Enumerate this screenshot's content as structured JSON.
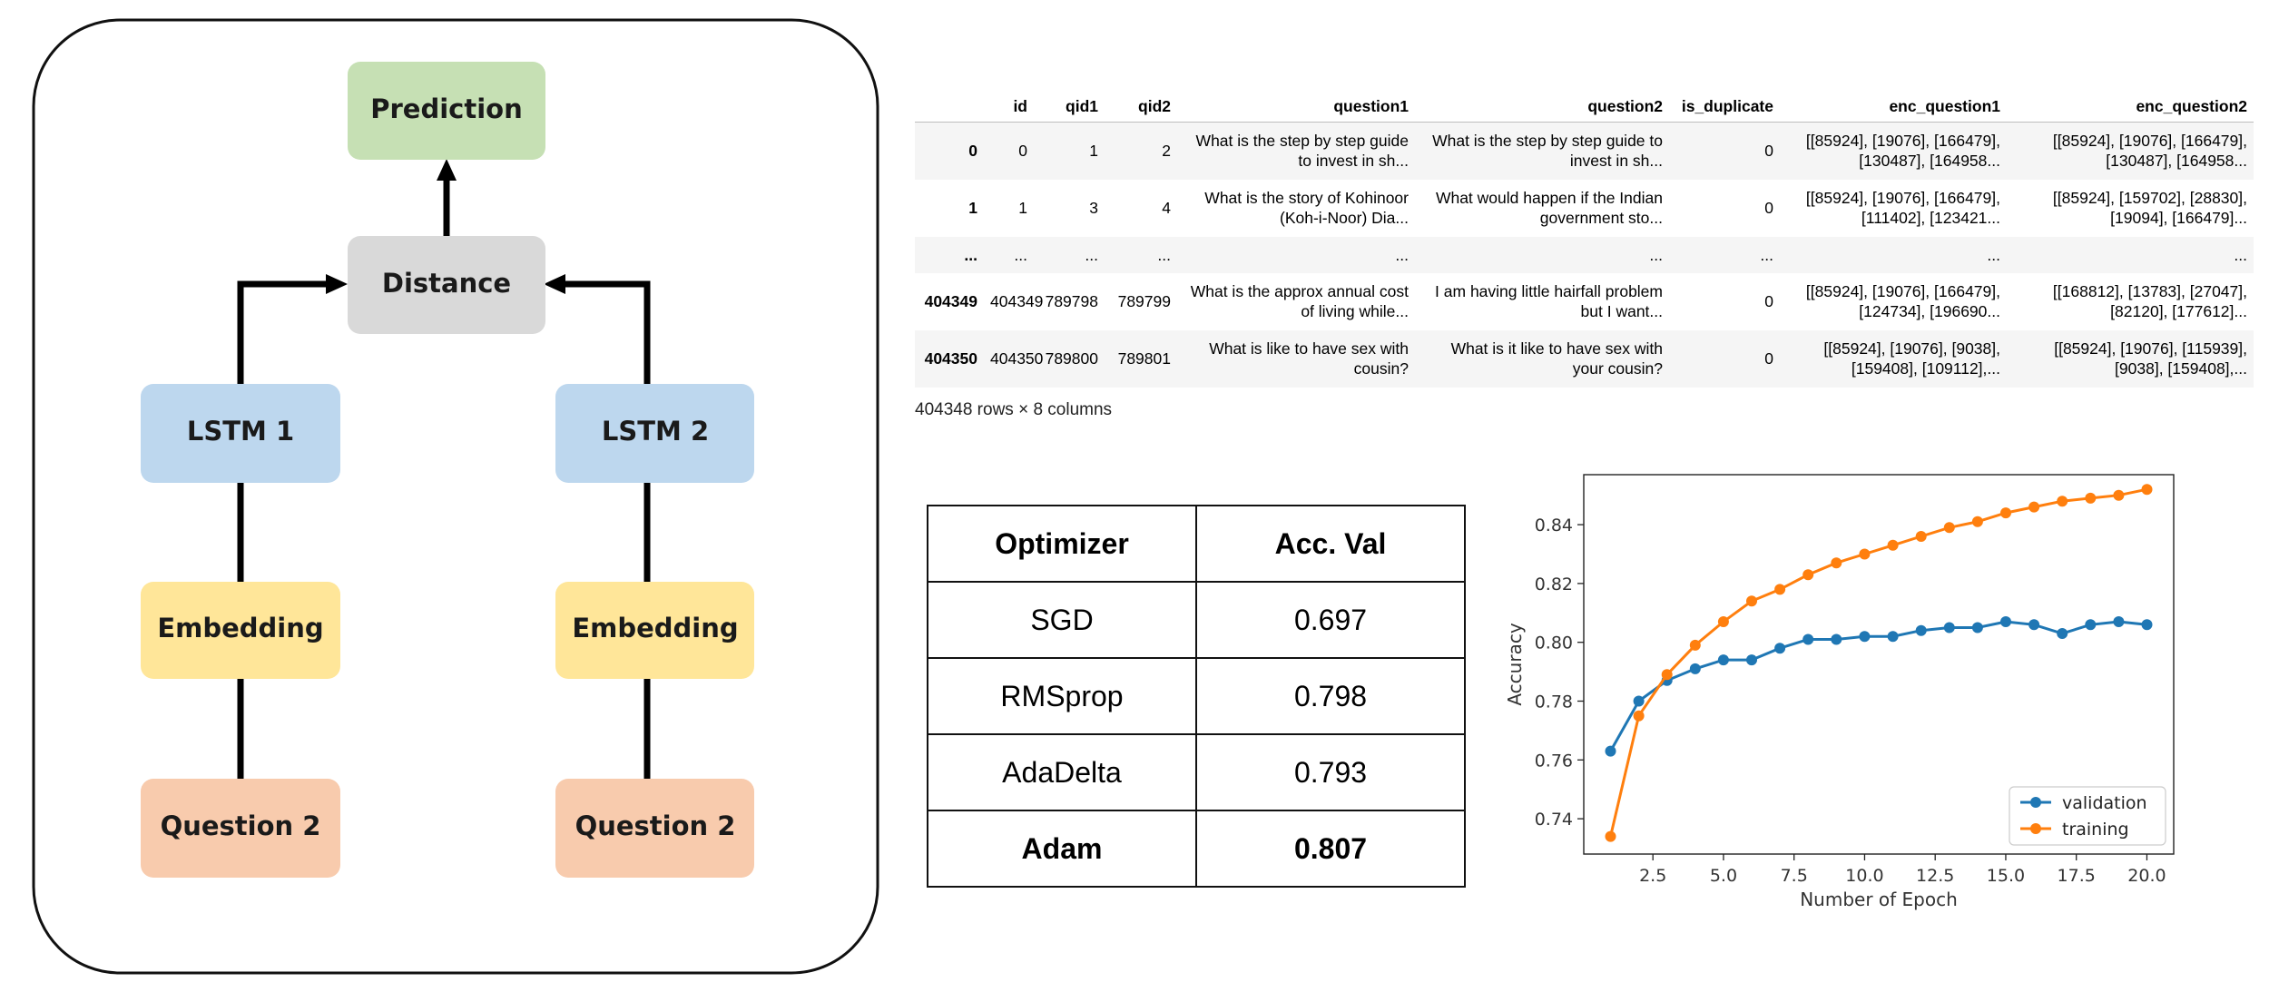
{
  "diagram": {
    "nodes": {
      "prediction": "Prediction",
      "distance": "Distance",
      "lstm1": "LSTM 1",
      "lstm2": "LSTM 2",
      "embedding_left": "Embedding",
      "embedding_right": "Embedding",
      "question_left": "Question 2",
      "question_right": "Question 2"
    },
    "colors": {
      "prediction": "#c6e0b4",
      "distance": "#d9d9d9",
      "lstm": "#bdd7ee",
      "embedding": "#ffe699",
      "question": "#f8cbad"
    }
  },
  "dataframe": {
    "columns": [
      "",
      "id",
      "qid1",
      "qid2",
      "question1",
      "question2",
      "is_duplicate",
      "enc_question1",
      "enc_question2"
    ],
    "rows": [
      {
        "index": "0",
        "cells": [
          "0",
          "1",
          "2",
          "What is the step by step guide to invest in sh...",
          "What is the step by step guide to invest in sh...",
          "0",
          "[[85924], [19076], [166479], [130487], [164958...",
          "[[85924], [19076], [166479], [130487], [164958..."
        ]
      },
      {
        "index": "1",
        "cells": [
          "1",
          "3",
          "4",
          "What is the story of Kohinoor (Koh-i-Noor) Dia...",
          "What would happen if the Indian government sto...",
          "0",
          "[[85924], [19076], [166479], [111402], [123421...",
          "[[85924], [159702], [28830], [19094], [166479]..."
        ]
      },
      {
        "index": "...",
        "cells": [
          "...",
          "...",
          "...",
          "...",
          "...",
          "...",
          "...",
          "..."
        ]
      },
      {
        "index": "404349",
        "cells": [
          "404349",
          "789798",
          "789799",
          "What is the approx annual cost of living while...",
          "I am having little hairfall problem but I want...",
          "0",
          "[[85924], [19076], [166479], [124734], [196690...",
          "[[168812], [13783], [27047], [82120], [177612]..."
        ]
      },
      {
        "index": "404350",
        "cells": [
          "404350",
          "789800",
          "789801",
          "What is like to have sex with cousin?",
          "What is it like to have sex with your cousin?",
          "0",
          "[[85924], [19076], [9038], [159408], [109112],...",
          "[[85924], [19076], [115939], [9038], [159408],..."
        ]
      }
    ],
    "shape_text": "404348 rows × 8 columns"
  },
  "optimizer_table": {
    "headers": [
      "Optimizer",
      "Acc. Val"
    ],
    "rows": [
      [
        "SGD",
        "0.697"
      ],
      [
        "RMSprop",
        "0.798"
      ],
      [
        "AdaDelta",
        "0.793"
      ],
      [
        "Adam",
        "0.807"
      ]
    ]
  },
  "chart_data": {
    "type": "line",
    "xlabel": "Number of Epoch",
    "ylabel": "Accuracy",
    "xlim": [
      0.05,
      20.95
    ],
    "ylim": [
      0.728,
      0.857
    ],
    "xticks": [
      2.5,
      5.0,
      7.5,
      10.0,
      12.5,
      15.0,
      17.5,
      20.0
    ],
    "xtick_labels": [
      "2.5",
      "5.0",
      "7.5",
      "10.0",
      "12.5",
      "15.0",
      "17.5",
      "20.0"
    ],
    "yticks": [
      0.74,
      0.76,
      0.78,
      0.8,
      0.82,
      0.84
    ],
    "ytick_labels": [
      "0.74",
      "0.76",
      "0.78",
      "0.80",
      "0.82",
      "0.84"
    ],
    "legend_position": "lower-right",
    "x": [
      1,
      2,
      3,
      4,
      5,
      6,
      7,
      8,
      9,
      10,
      11,
      12,
      13,
      14,
      15,
      16,
      17,
      18,
      19,
      20
    ],
    "series": [
      {
        "name": "validation",
        "color": "#1f77b4",
        "values": [
          0.763,
          0.78,
          0.787,
          0.791,
          0.794,
          0.794,
          0.798,
          0.801,
          0.801,
          0.802,
          0.802,
          0.804,
          0.805,
          0.805,
          0.807,
          0.806,
          0.803,
          0.806,
          0.807,
          0.806
        ]
      },
      {
        "name": "training",
        "color": "#ff7f0e",
        "values": [
          0.734,
          0.775,
          0.789,
          0.799,
          0.807,
          0.814,
          0.818,
          0.823,
          0.827,
          0.83,
          0.833,
          0.836,
          0.839,
          0.841,
          0.844,
          0.846,
          0.848,
          0.849,
          0.85,
          0.852
        ]
      }
    ]
  }
}
